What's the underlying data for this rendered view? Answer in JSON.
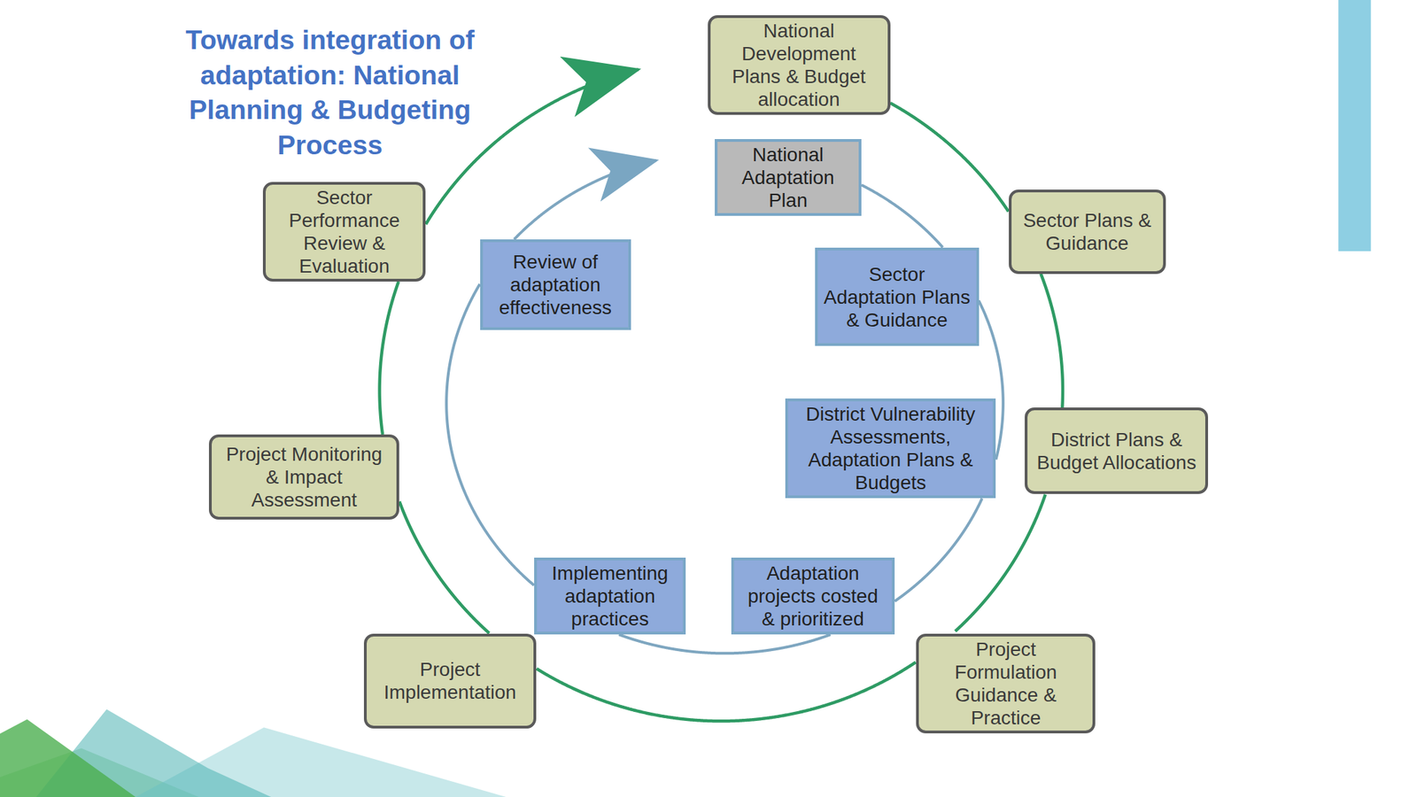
{
  "diagram": {
    "title": "Towards integration of adaptation: National Planning & Budgeting Process",
    "nodes": [
      {
        "text": [
          "National Development Plans & Budget allocation"
        ]
      },
      {
        "text": [
          "Sector Plans & Guidance"
        ]
      },
      {
        "text": [
          "District Plans & Budget Allocations"
        ]
      },
      {
        "text": [
          "Project Formulation Guidance & Practice"
        ]
      },
      {
        "text": [
          "Project Implementation"
        ]
      },
      {
        "text": [
          "Project Monitoring & Impact Assessment"
        ]
      },
      {
        "text": [
          "Sector Performance Review & Evaluation"
        ]
      },
      {
        "text": [
          "National Adaptation Plan"
        ]
      },
      {
        "text": [
          "Sector Adaptation Plans & Guidance"
        ]
      },
      {
        "text": [
          "District Vulnerability Assessments, Adaptation Plans & Budgets"
        ]
      },
      {
        "text": [
          "Adaptation projects costed & prioritized"
        ]
      },
      {
        "text": [
          "Implementing adaptation practices"
        ]
      },
      {
        "text": [
          "Review of adaptation effectiveness"
        ]
      }
    ],
    "edges": [
      {
        "from": 0,
        "to": 1,
        "arrow": "none"
      },
      {
        "from": 1,
        "to": 2,
        "arrow": "none"
      },
      {
        "from": 2,
        "to": 3,
        "arrow": "none"
      },
      {
        "from": 3,
        "to": 4,
        "arrow": "none"
      },
      {
        "from": 4,
        "to": 5,
        "arrow": "none"
      },
      {
        "from": 5,
        "to": 6,
        "arrow": "none"
      },
      {
        "from": 6,
        "to": 0,
        "arrow": "to"
      },
      {
        "from": 7,
        "to": 8,
        "arrow": "none"
      },
      {
        "from": 8,
        "to": 9,
        "arrow": "none"
      },
      {
        "from": 9,
        "to": 10,
        "arrow": "none"
      },
      {
        "from": 10,
        "to": 11,
        "arrow": "none"
      },
      {
        "from": 11,
        "to": 12,
        "arrow": "none"
      },
      {
        "from": 12,
        "to": 7,
        "arrow": "to"
      }
    ]
  }
}
